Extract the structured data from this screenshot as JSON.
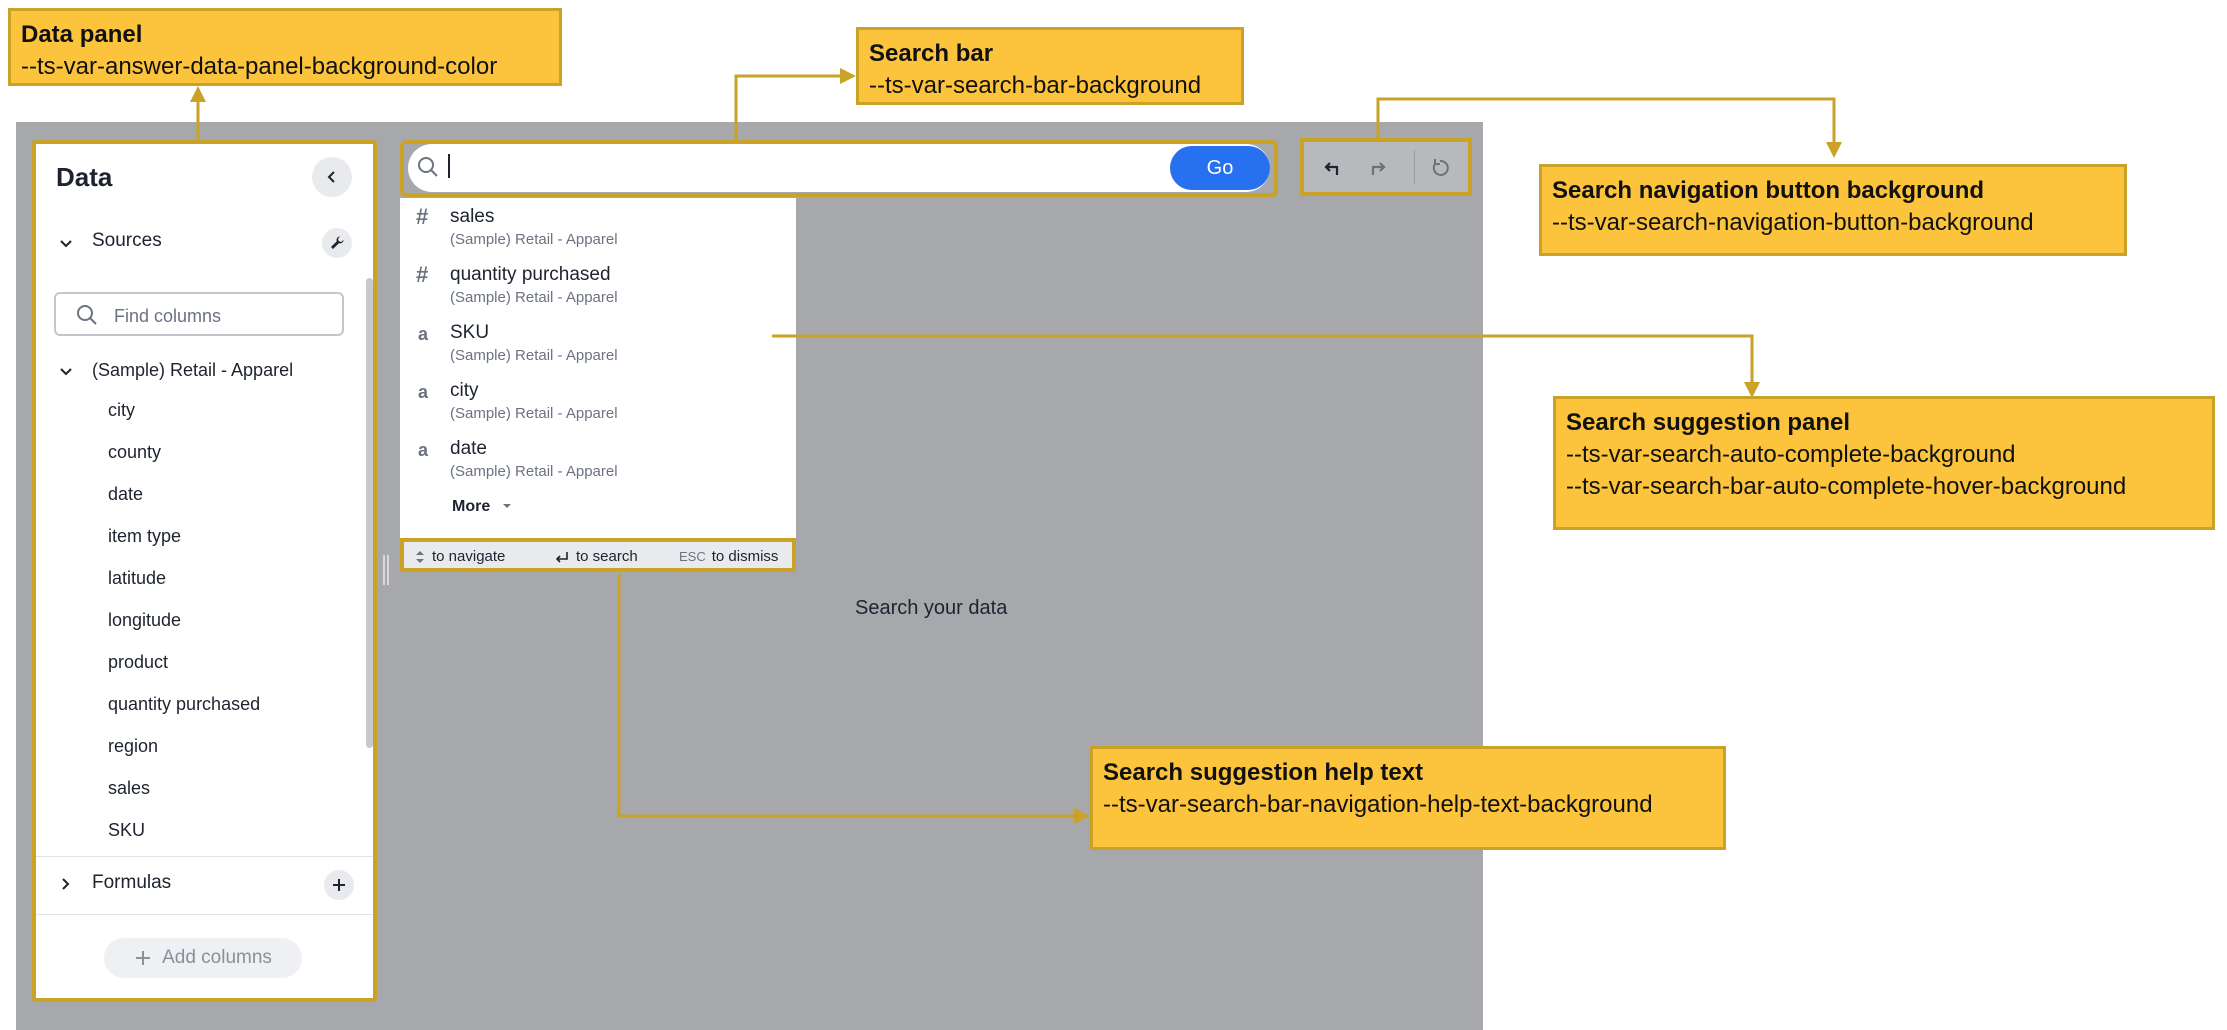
{
  "data_panel": {
    "title": "Data",
    "sources_label": "Sources",
    "search_placeholder": "Find columns",
    "table_name": "(Sample) Retail - Apparel",
    "columns": [
      "city",
      "county",
      "date",
      "item type",
      "latitude",
      "longitude",
      "product",
      "quantity purchased",
      "region",
      "sales",
      "SKU"
    ],
    "formulas_label": "Formulas",
    "add_columns_label": "Add columns"
  },
  "search_bar": {
    "go_label": "Go"
  },
  "suggestions": {
    "items": [
      {
        "type": "#",
        "name": "sales",
        "source": "(Sample) Retail - Apparel"
      },
      {
        "type": "#",
        "name": "quantity purchased",
        "source": "(Sample) Retail - Apparel"
      },
      {
        "type": "a",
        "name": "SKU",
        "source": "(Sample) Retail - Apparel"
      },
      {
        "type": "a",
        "name": "city",
        "source": "(Sample) Retail - Apparel"
      },
      {
        "type": "a",
        "name": "date",
        "source": "(Sample) Retail - Apparel"
      }
    ],
    "more_label": "More",
    "help": {
      "navigate": "to navigate",
      "search": "to search",
      "esc_key": "ESC",
      "dismiss": "to dismiss"
    }
  },
  "main": {
    "empty_text": "Search your data"
  },
  "callouts": {
    "data_panel": {
      "title": "Data panel",
      "lines": [
        "--ts-var-answer-data-panel-background-color"
      ]
    },
    "search_bar": {
      "title": "Search bar",
      "lines": [
        "--ts-var-search-bar-background"
      ]
    },
    "nav_button": {
      "title": "Search navigation button background",
      "lines": [
        "--ts-var-search-navigation-button-background"
      ]
    },
    "suggestion_panel": {
      "title": "Search suggestion panel",
      "lines": [
        "--ts-var-search-auto-complete-background",
        "--ts-var-search-bar-auto-complete-hover-background"
      ]
    },
    "help_text": {
      "title": "Search suggestion help text",
      "lines": [
        "--ts-var-search-bar-navigation-help-text-background"
      ]
    }
  },
  "colors": {
    "callout_fill": "#fcc33c",
    "callout_border": "#c9a227",
    "go_button": "#2770ef",
    "app_background": "#a7a8ab"
  },
  "icons": [
    "search-icon",
    "chevron-left-icon",
    "chevron-down-icon",
    "chevron-right-icon",
    "wrench-icon",
    "plus-icon",
    "undo-icon",
    "redo-icon",
    "reset-icon",
    "return-icon",
    "updown-icon",
    "caret-down-icon"
  ]
}
